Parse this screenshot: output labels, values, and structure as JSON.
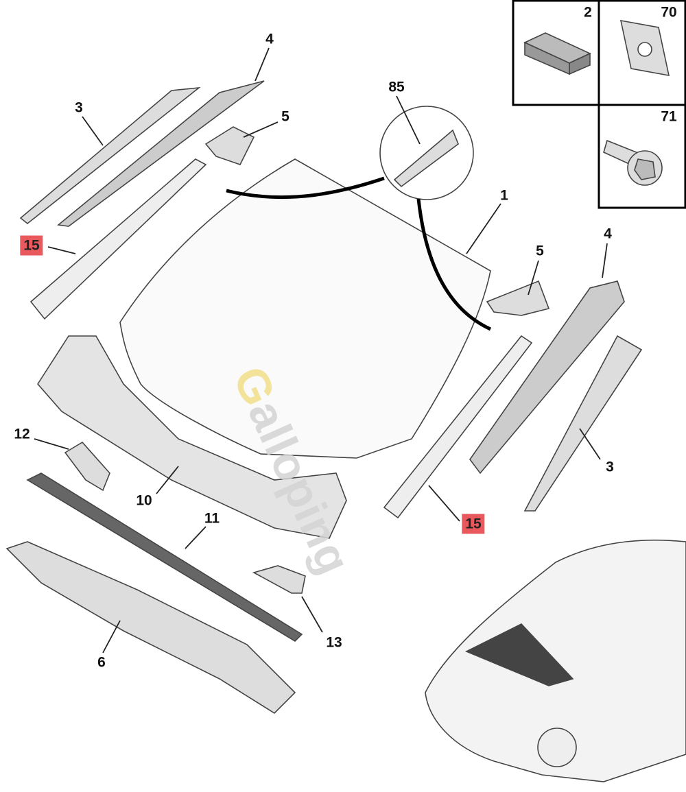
{
  "watermark": {
    "first_letter": "G",
    "rest": "alloping"
  },
  "inset_parts": [
    {
      "ref": "2",
      "icon": "foam-block-icon"
    },
    {
      "ref": "70",
      "icon": "clip-nut-icon"
    },
    {
      "ref": "71",
      "icon": "flange-bolt-icon"
    }
  ],
  "callouts": {
    "c4a": "4",
    "c3a": "3",
    "c85": "85",
    "c5a": "5",
    "c15a": "15",
    "c1": "1",
    "c5b": "5",
    "c4b": "4",
    "c12": "12",
    "c10": "10",
    "c11": "11",
    "c3b": "3",
    "c15b": "15",
    "c6": "6",
    "c13": "13"
  },
  "highlight_color": "#e8585c"
}
